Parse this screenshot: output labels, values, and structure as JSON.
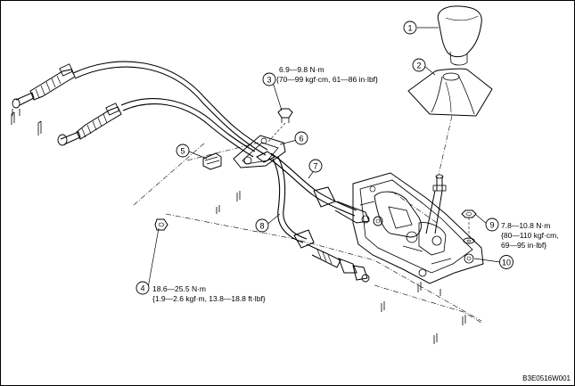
{
  "callouts": [
    {
      "num": "1",
      "lines": []
    },
    {
      "num": "2",
      "lines": []
    },
    {
      "num": "3",
      "lines": [
        "6.9—9.8 N·m",
        "{70—99 kgf·cm, 61—86 in·lbf}"
      ]
    },
    {
      "num": "4",
      "lines": [
        "18.6—25.5 N·m",
        "{1.9—2.6 kgf·m, 13.8—18.8 ft·lbf}"
      ]
    },
    {
      "num": "5",
      "lines": []
    },
    {
      "num": "6",
      "lines": []
    },
    {
      "num": "7",
      "lines": []
    },
    {
      "num": "8",
      "lines": []
    },
    {
      "num": "9",
      "lines": [
        "7.8—10.8 N·m",
        "{80—110 kgf·cm,",
        "69—95 in·lbf}"
      ]
    },
    {
      "num": "10",
      "lines": []
    }
  ],
  "figure_code": "B3E0516W001"
}
